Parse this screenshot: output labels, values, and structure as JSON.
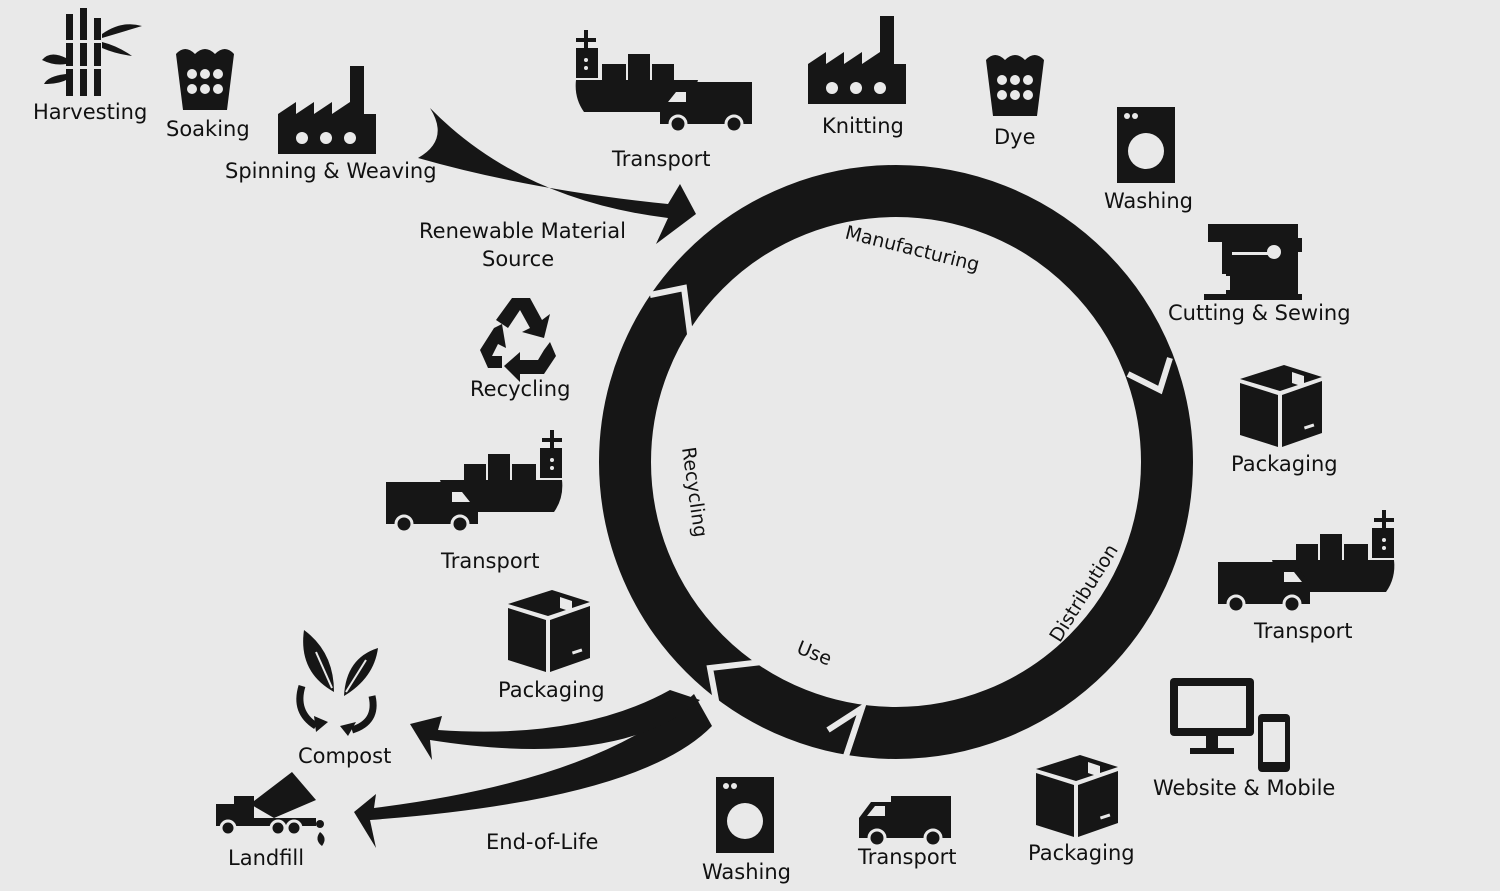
{
  "labels": {
    "harvesting": "Harvesting",
    "soaking": "Soaking",
    "spinning_weaving": "Spinning & Weaving",
    "renewable_line1": "Renewable Material",
    "renewable_line2": "Source",
    "transport_top": "Transport",
    "knitting": "Knitting",
    "dye": "Dye",
    "washing_top": "Washing",
    "cutting_sewing": "Cutting & Sewing",
    "packaging_right": "Packaging",
    "transport_right": "Transport",
    "website_mobile": "Website & Mobile",
    "packaging_bottom": "Packaging",
    "transport_bottom": "Transport",
    "washing_bottom": "Washing",
    "end_of_life": "End-of-Life",
    "landfill": "Landfill",
    "compost": "Compost",
    "packaging_left": "Packaging",
    "transport_left": "Transport",
    "recycling_icon": "Recycling"
  },
  "cycle": {
    "manufacturing": "Manufacturing",
    "distribution": "Distribution",
    "use": "Use",
    "recycling": "Recycling"
  },
  "icons": [
    "bamboo-icon",
    "soaking-basin-icon",
    "factory-icon",
    "ship-truck-icon",
    "factory-icon",
    "dye-basin-icon",
    "washing-machine-icon",
    "sewing-machine-icon",
    "box-icon",
    "ship-truck-icon",
    "monitor-phone-icon",
    "box-icon",
    "van-icon",
    "washing-machine-icon",
    "dump-truck-icon",
    "compost-leaf-icon",
    "box-icon",
    "ship-truck-icon",
    "recycle-icon"
  ]
}
